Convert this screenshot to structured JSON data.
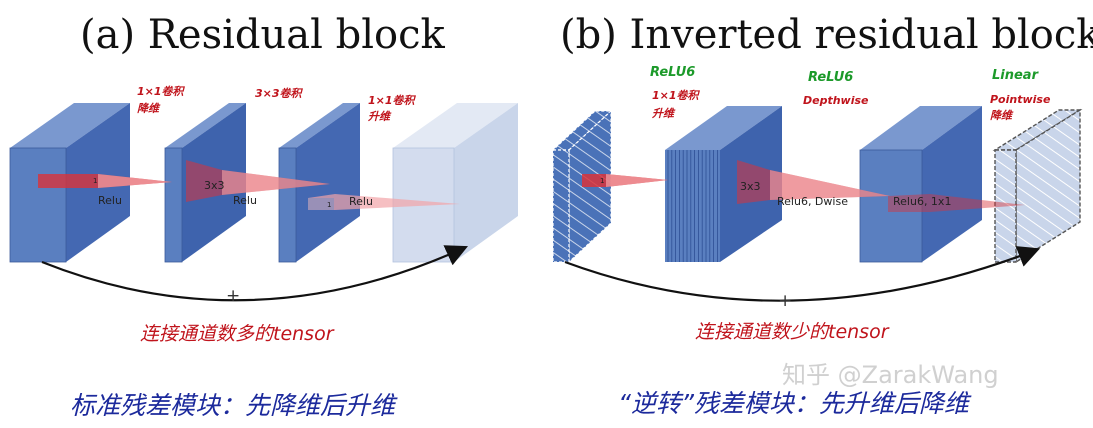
{
  "panel_a": {
    "title": "(a) Residual block",
    "notes": [
      "1×1卷积",
      "降维",
      "3×3卷积",
      "1×1卷积",
      "升维"
    ],
    "labels": {
      "k1": "1",
      "k2": "3x3",
      "k3": "1",
      "relu1": "Relu",
      "relu2": "Relu",
      "relu3": "Relu"
    },
    "plus": "+",
    "red_caption": "连接通道数多的tensor",
    "blue_caption": "标准残差模块：先降维后升维"
  },
  "panel_b": {
    "title": "(b) Inverted residual block",
    "green_notes": [
      "ReLU6",
      "ReLU6",
      "Linear"
    ],
    "notes": [
      "1×1卷积",
      "升维",
      "Depthwise",
      "Pointwise",
      "降维"
    ],
    "labels": {
      "k1": "1",
      "k2": "3x3",
      "relu_dw": "Relu6, Dwise",
      "relu_1x1": "Relu6, 1x1"
    },
    "plus": "+",
    "red_caption": "连接通道数少的tensor",
    "blue_caption": "“逆转”残差模块：先升维后降维"
  },
  "watermark": "知乎 @ZarakWang",
  "colors": {
    "block": "#5a7fc0",
    "block_dark": "#3e63ad",
    "block_light": "#d3dcee",
    "red": "#c0141c",
    "green": "#1c9a2a",
    "blue": "#1c2a9c"
  }
}
